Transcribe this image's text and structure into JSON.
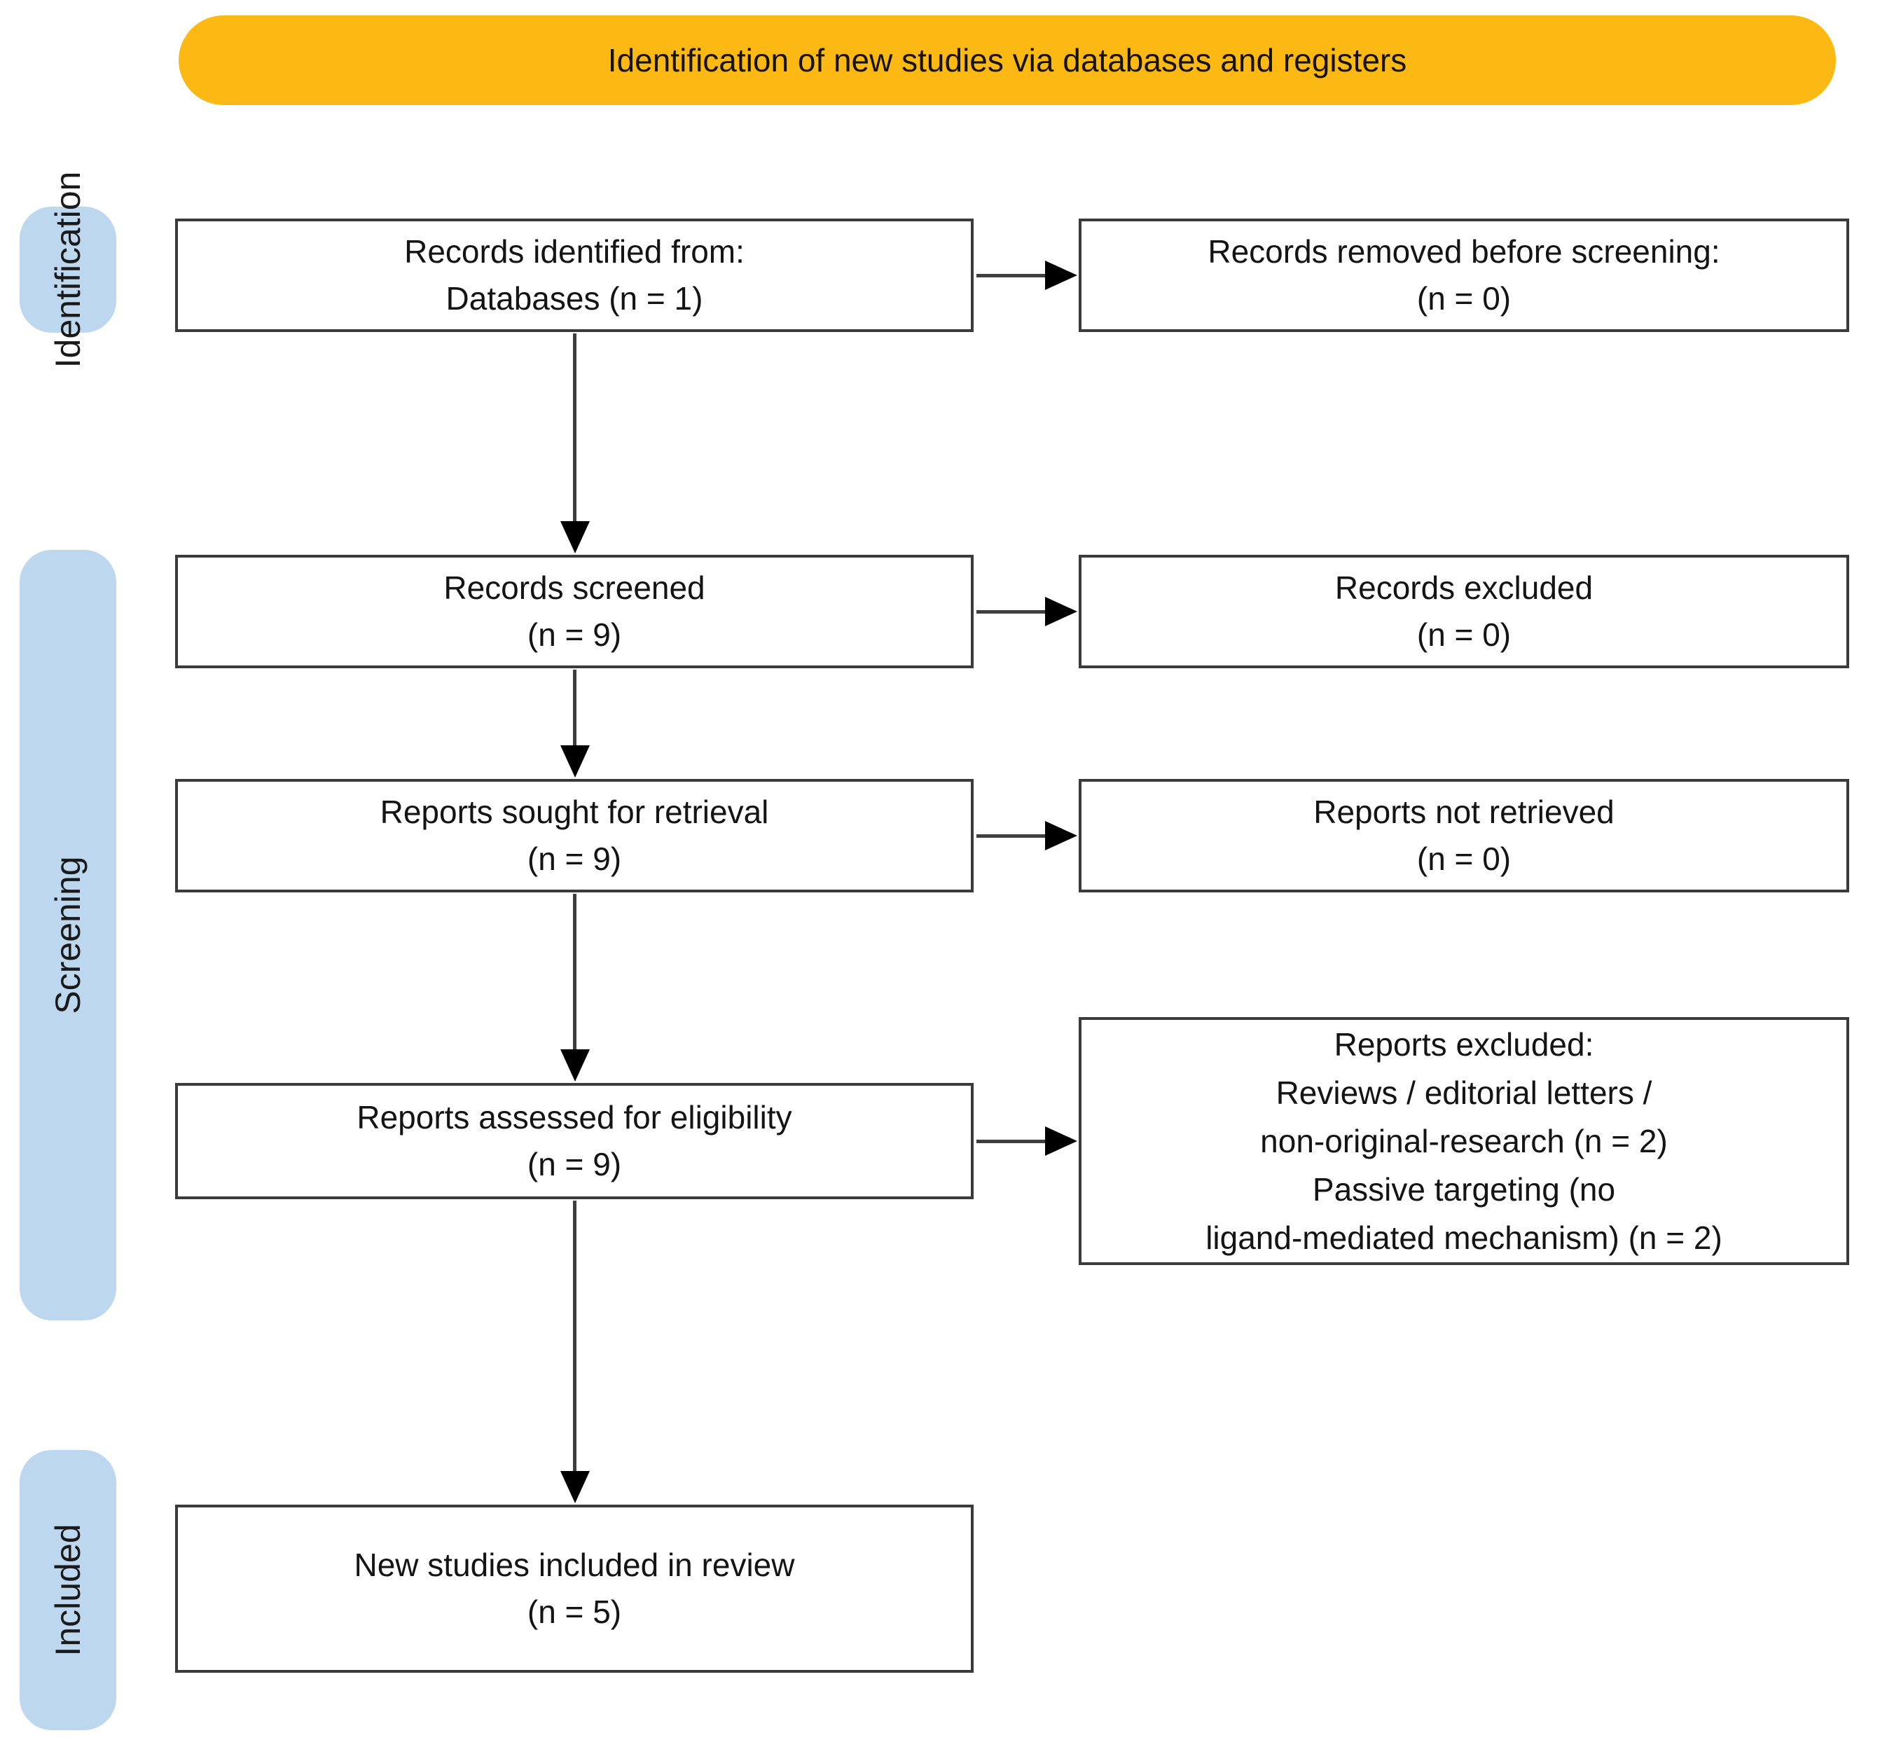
{
  "banner": {
    "label": "Identification of new studies via databases and registers"
  },
  "stages": [
    {
      "label": "Identification"
    },
    {
      "label": "Screening"
    },
    {
      "label": "Included"
    }
  ],
  "flow": {
    "main": [
      {
        "lines": [
          "Records identified from:",
          "Databases (n = 1)"
        ]
      },
      {
        "lines": [
          "Records screened",
          "(n = 9)"
        ]
      },
      {
        "lines": [
          "Reports sought for retrieval",
          "(n = 9)"
        ]
      },
      {
        "lines": [
          "Reports assessed for eligibility",
          "(n = 9)"
        ]
      },
      {
        "lines": [
          "New studies included in review",
          "(n = 5)"
        ]
      }
    ],
    "side": [
      {
        "lines": [
          "Records removed before screening:",
          "(n = 0)"
        ]
      },
      {
        "lines": [
          "Records excluded",
          "(n = 0)"
        ]
      },
      {
        "lines": [
          "Reports not retrieved",
          "(n = 0)"
        ]
      },
      {
        "lines": [
          "Reports excluded:",
          "Reviews / editorial letters /",
          "non-original-research (n = 2)",
          "Passive targeting (no",
          "ligand-mediated mechanism) (n = 2)"
        ]
      }
    ]
  },
  "colors": {
    "banner_fill": "#FCB813",
    "stage_fill": "#BDD7EE",
    "box_border": "#3b3b3b",
    "arrow_line": "#3f3f3f",
    "arrow_head": "#000000"
  }
}
